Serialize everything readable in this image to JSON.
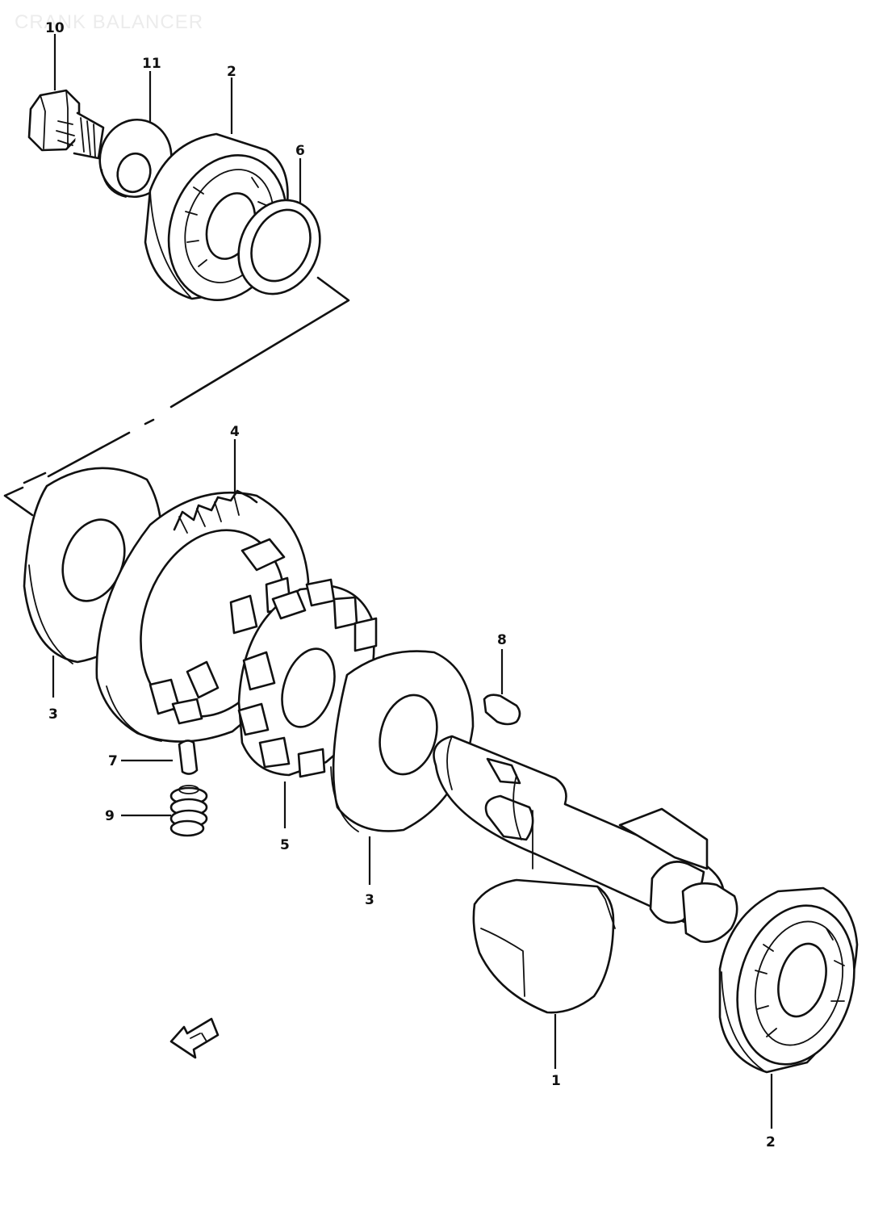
{
  "title": "CRANK BALANCER",
  "callouts": [
    {
      "id": "label-10",
      "text": "10"
    },
    {
      "id": "label-11",
      "text": "11"
    },
    {
      "id": "label-2-top",
      "text": "2"
    },
    {
      "id": "label-6",
      "text": "6"
    },
    {
      "id": "label-4",
      "text": "4"
    },
    {
      "id": "label-3-left",
      "text": "3"
    },
    {
      "id": "label-7",
      "text": "7"
    },
    {
      "id": "label-9",
      "text": "9"
    },
    {
      "id": "label-5",
      "text": "5"
    },
    {
      "id": "label-3-mid",
      "text": "3"
    },
    {
      "id": "label-8",
      "text": "8"
    },
    {
      "id": "label-1",
      "text": "1"
    },
    {
      "id": "label-2-bottom",
      "text": "2"
    }
  ],
  "colors": {
    "ink": "#111111",
    "paper": "#ffffff",
    "title": "#ececec"
  },
  "icons": {
    "front-arrow": "arrow-left-icon"
  }
}
